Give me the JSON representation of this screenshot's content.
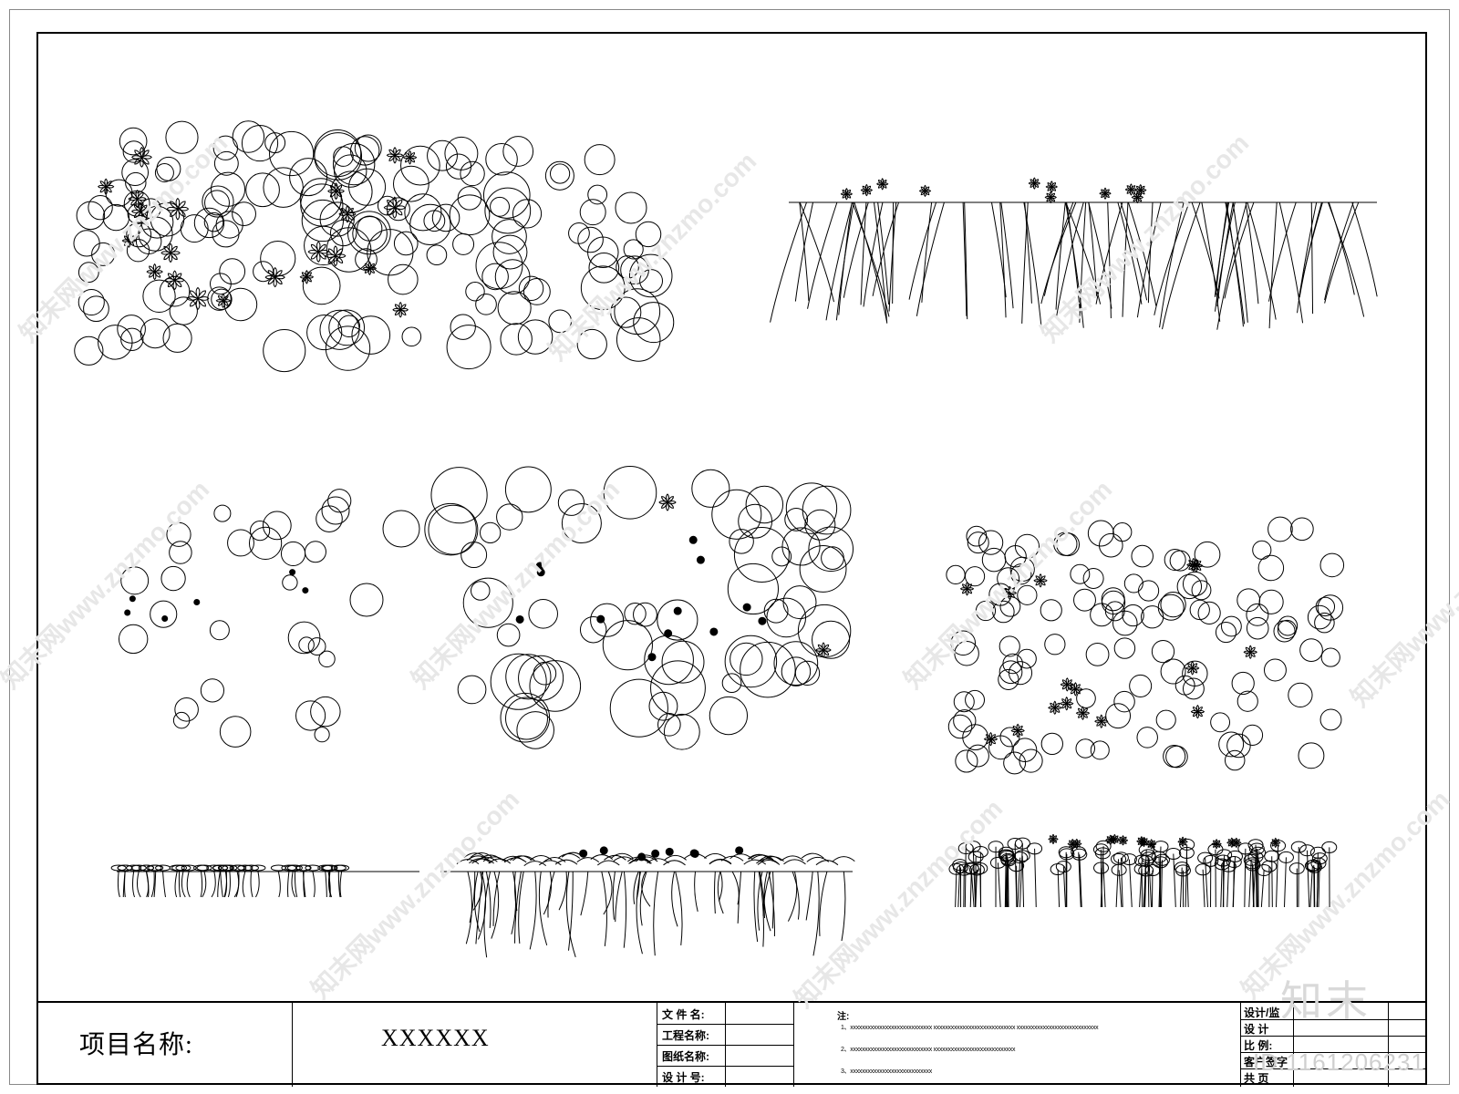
{
  "title_block": {
    "project_label": "项目名称:",
    "project_value": "XXXXXX",
    "fields": [
      "文 件 名:",
      "工程名称:",
      "图纸名称:",
      "设 计 号:"
    ],
    "notes_header": "注:",
    "notes": [
      "1、xxxxxxxxxxxxxxxxxxxxxxxxxxxx    xxxxxxxxxxxxxxxxxxxxxxxxxxxx    xxxxxxxxxxxxxxxxxxxxxxxxxxxx",
      "2、xxxxxxxxxxxxxxxxxxxxxxxxxxxx    xxxxxxxxxxxxxxxxxxxxxxxxxxxx",
      "3、xxxxxxxxxxxxxxxxxxxxxxxxxxxx"
    ],
    "right_fields": [
      "设计/监",
      "设  计",
      "比  例:",
      "客户签字",
      "共  页"
    ]
  },
  "watermark": {
    "text": "知末网www.znzmo.com",
    "logo": "知末",
    "id": "ID:1161206231"
  }
}
